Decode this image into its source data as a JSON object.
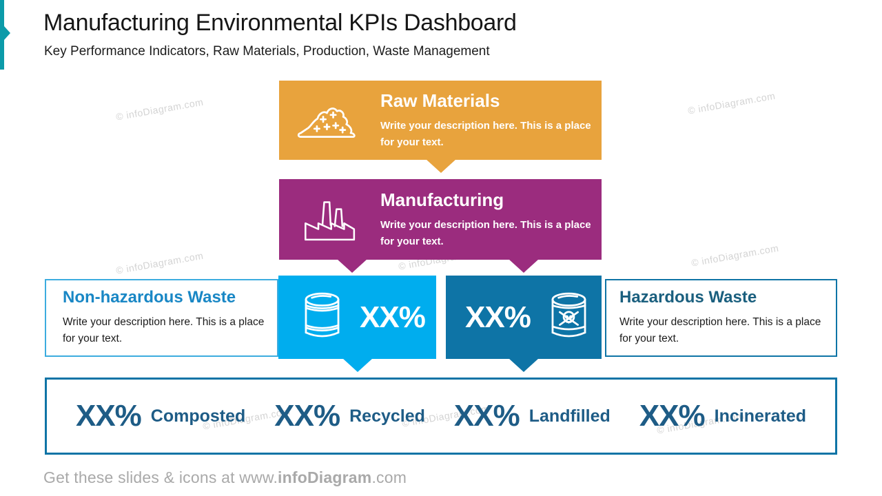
{
  "slide": {
    "title": "Manufacturing Environmental KPIs Dashboard",
    "subtitle": "Key Performance Indicators, Raw Materials, Production, Waste Management"
  },
  "cards": {
    "raw_materials": {
      "title": "Raw Materials",
      "description": "Write your description here. This is a place for your text.",
      "color": "#E8A33D",
      "icon": "raw-materials-pile-icon"
    },
    "manufacturing": {
      "title": "Manufacturing",
      "description": "Write your description here. This is a place for your text.",
      "color": "#9B2C7E",
      "icon": "factory-icon"
    },
    "non_hazardous_waste": {
      "title": "Non-hazardous Waste",
      "description": "Write your description here. This is a place for your text.",
      "value": "XX%",
      "accent_color": "#00ADEE",
      "title_color": "#1987C5",
      "icon": "waste-barrel-icon"
    },
    "hazardous_waste": {
      "title": "Hazardous Waste",
      "description": "Write your description here. This is a place for your text.",
      "value": "XX%",
      "accent_color": "#0E74A6",
      "title_color": "#1A5F7E",
      "icon": "hazardous-waste-barrel-icon"
    }
  },
  "waste_breakdown": {
    "stats": [
      {
        "value": "XX%",
        "label": "Composted"
      },
      {
        "value": "XX%",
        "label": "Recycled"
      },
      {
        "value": "XX%",
        "label": "Landfilled"
      },
      {
        "value": "XX%",
        "label": "Incinerated"
      }
    ],
    "text_color": "#1E5C86",
    "border_color": "#0E74A6"
  },
  "footer": {
    "text_prefix": "Get these slides & icons at www.",
    "brand": "infoDiagram",
    "text_suffix": ".com"
  },
  "watermark_text": "© infoDiagram.com",
  "colors": {
    "accent_teal": "#0C9BA9",
    "orange": "#E8A33D",
    "purple": "#9B2C7E",
    "cyan": "#00ADEE",
    "dark_blue": "#0E74A6"
  }
}
